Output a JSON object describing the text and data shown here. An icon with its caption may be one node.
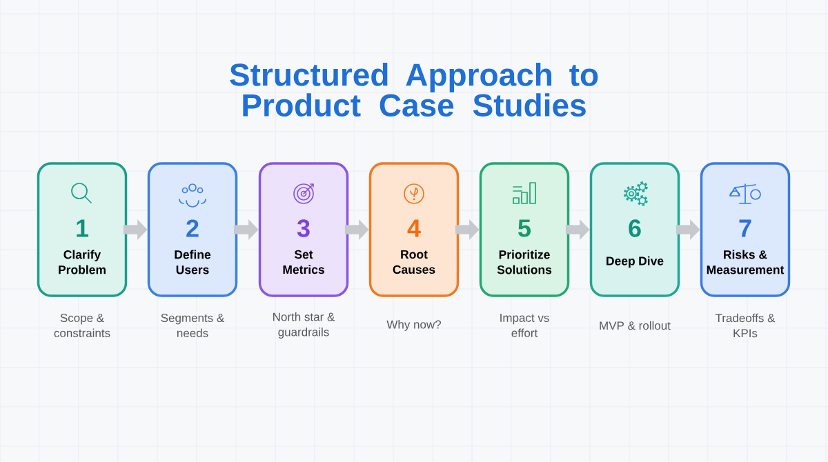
{
  "diagram": {
    "title": "Structured Approach to Product Case Studies",
    "nodes": [
      {
        "text": [
          "1",
          "Clarify Problem"
        ],
        "beside": [
          "Scope & constraints"
        ]
      },
      {
        "text": [
          "2",
          "Define Users"
        ],
        "beside": [
          "Segments & needs"
        ]
      },
      {
        "text": [
          "3",
          "Set Metrics"
        ],
        "beside": [
          "North star & guardrails"
        ]
      },
      {
        "text": [
          "4",
          "Root Causes"
        ],
        "beside": [
          "Why now?"
        ]
      },
      {
        "text": [
          "5",
          "Prioritize Solutions"
        ],
        "beside": [
          "Impact vs effort"
        ]
      },
      {
        "text": [
          "6",
          "Deep Dive"
        ],
        "beside": [
          "MVP & rollout"
        ]
      },
      {
        "text": [
          "7",
          "Risks & Measurement"
        ],
        "beside": [
          "Tradeoffs & KPIs"
        ]
      }
    ],
    "edges": [
      {
        "from": 0,
        "to": 1,
        "arrow": "to"
      },
      {
        "from": 1,
        "to": 2,
        "arrow": "to"
      },
      {
        "from": 2,
        "to": 3,
        "arrow": "to"
      },
      {
        "from": 3,
        "to": 4,
        "arrow": "to"
      },
      {
        "from": 4,
        "to": 5,
        "arrow": "to"
      },
      {
        "from": 5,
        "to": 6,
        "arrow": "to"
      }
    ]
  }
}
